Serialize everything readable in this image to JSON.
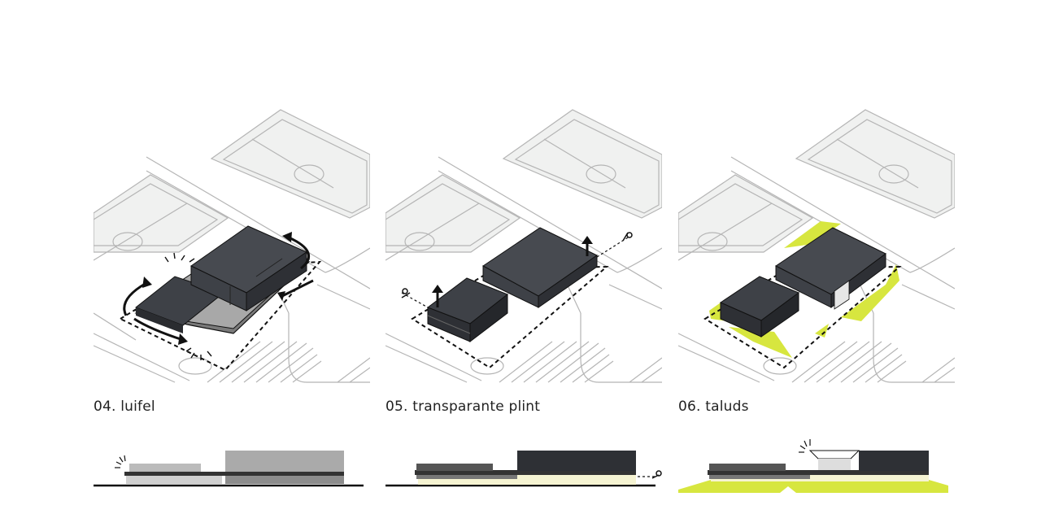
{
  "colors": {
    "background": "#ffffff",
    "ground_lines": "#b5b5b5",
    "field_fill": "#f0f1f0",
    "building_dark": "#3e4147",
    "building_top": "#474a50",
    "canopy_grey": "#9a9a9a",
    "transparent_plinth": "#f6f4d2",
    "slope_green": "#d7e63f",
    "ink": "#111111"
  },
  "panels": [
    {
      "id": "04",
      "caption": "04. luifel",
      "icons": [
        "rotate-arrow-icon",
        "rotate-arrow-icon",
        "sun-rays-icon"
      ]
    },
    {
      "id": "05",
      "caption": "05. transparante plint",
      "icons": [
        "arrow-up-icon",
        "arrow-up-icon",
        "scissors-icon"
      ]
    },
    {
      "id": "06",
      "caption": "06. taluds",
      "icons": [
        "sun-rays-icon"
      ]
    }
  ]
}
